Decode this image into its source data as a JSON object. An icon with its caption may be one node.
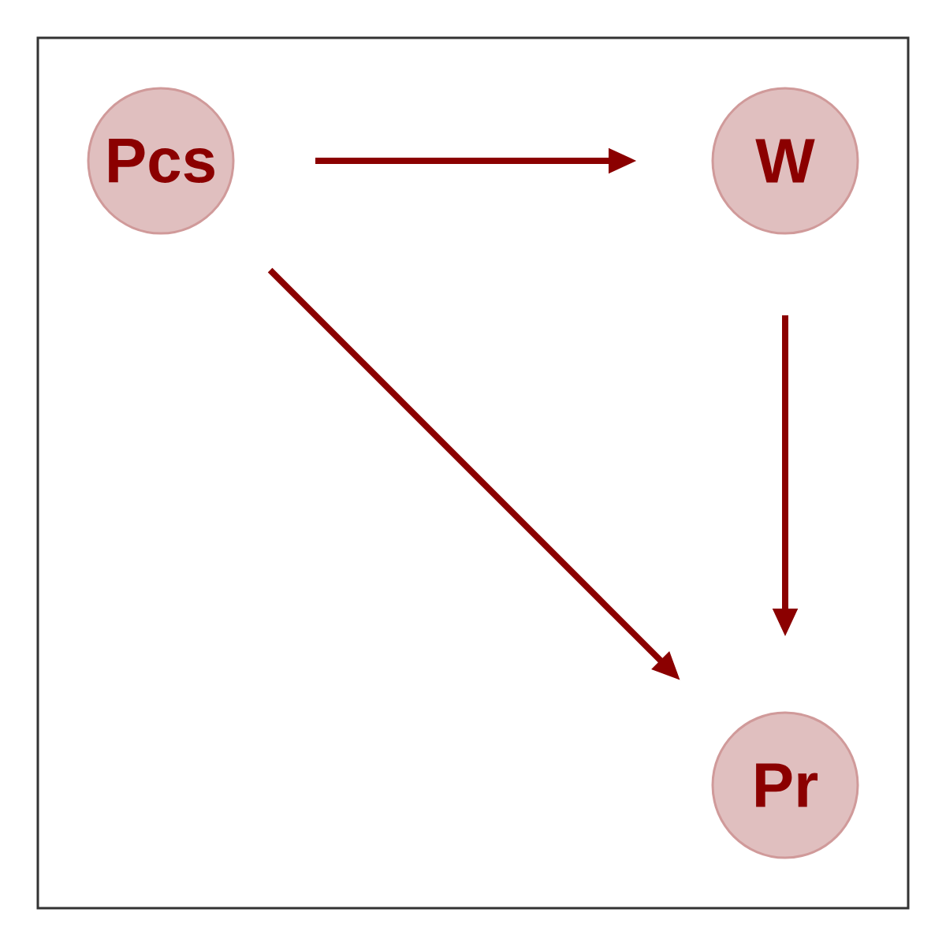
{
  "diagram": {
    "nodes": [
      {
        "text": [
          "Pcs"
        ]
      },
      {
        "text": [
          "W"
        ]
      },
      {
        "text": [
          "Pr"
        ]
      }
    ],
    "edges": [
      {
        "from": 0,
        "to": 1,
        "arrow": "to"
      },
      {
        "from": 0,
        "to": 2,
        "arrow": "to"
      },
      {
        "from": 1,
        "to": 2,
        "arrow": "to"
      }
    ]
  }
}
